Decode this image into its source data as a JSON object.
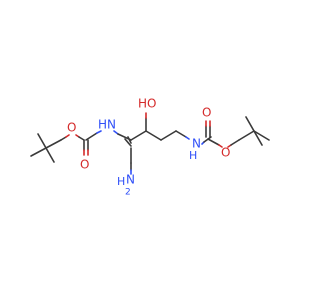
{
  "molecule": {
    "atom_labels": {
      "o_carbonyl_left": "O",
      "o_ester_left": "O",
      "nh_left": "HN",
      "oh": "HO",
      "nh_right": "H",
      "n_right": "N",
      "o_ester_right": "O",
      "o_carbonyl_right": "O",
      "nh2": "H",
      "nh2_n": "N",
      "nh2_sub": "2"
    },
    "colors": {
      "bond": "#3a3a3a",
      "oxygen": "#d42a2a",
      "nitrogen": "#3050f8",
      "background": "#ffffff"
    }
  }
}
